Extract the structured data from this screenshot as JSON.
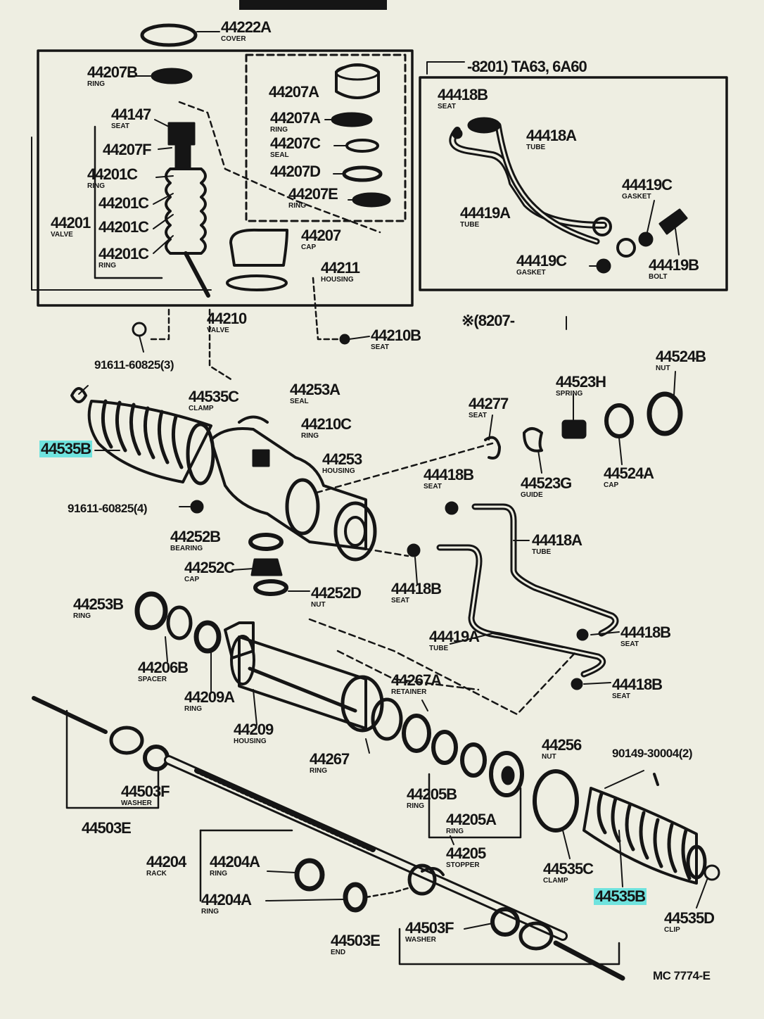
{
  "diagram": {
    "accent_highlight": "#6fe3de",
    "ink": "#151515",
    "paper": "#eeeee2",
    "labels": [
      {
        "id": "44222A",
        "text": "44222A",
        "sub": "COVER"
      },
      {
        "id": "44207B",
        "text": "44207B",
        "sub": "RING"
      },
      {
        "id": "44147",
        "text": "44147",
        "sub": "SEAT"
      },
      {
        "id": "44207F",
        "text": "44207F",
        "sub": ""
      },
      {
        "id": "44201C-a",
        "text": "44201C",
        "sub": "RING"
      },
      {
        "id": "44201C-b",
        "text": "44201C",
        "sub": ""
      },
      {
        "id": "44201",
        "text": "44201",
        "sub": "VALVE"
      },
      {
        "id": "44201C-c",
        "text": "44201C",
        "sub": ""
      },
      {
        "id": "44201C-d",
        "text": "44201C",
        "sub": "RING"
      },
      {
        "id": "44207A-a",
        "text": "44207A",
        "sub": ""
      },
      {
        "id": "44207A-b",
        "text": "44207A",
        "sub": "RING"
      },
      {
        "id": "44207C",
        "text": "44207C",
        "sub": "SEAL"
      },
      {
        "id": "44207D",
        "text": "44207D",
        "sub": ""
      },
      {
        "id": "44207E",
        "text": "44207E",
        "sub": "RING"
      },
      {
        "id": "44207",
        "text": "44207",
        "sub": "CAP"
      },
      {
        "id": "44211",
        "text": "44211",
        "sub": "HOUSING"
      },
      {
        "id": "44210",
        "text": "44210",
        "sub": "VALVE"
      },
      {
        "id": "44210B",
        "text": "44210B",
        "sub": "SEAT"
      },
      {
        "id": "91611-60825-3",
        "text": "91611-60825(3)",
        "sub": ""
      },
      {
        "id": "box-header",
        "text": "-8201) TA63, 6A60",
        "sub": ""
      },
      {
        "id": "44418B-a",
        "text": "44418B",
        "sub": "SEAT"
      },
      {
        "id": "44418A-a",
        "text": "44418A",
        "sub": "TUBE"
      },
      {
        "id": "44419C-a",
        "text": "44419C",
        "sub": "GASKET"
      },
      {
        "id": "44419A-a",
        "text": "44419A",
        "sub": "TUBE"
      },
      {
        "id": "44419C-b",
        "text": "44419C",
        "sub": "GASKET"
      },
      {
        "id": "44419B",
        "text": "44419B",
        "sub": "BOLT"
      },
      {
        "id": "note",
        "text": "※(8207-",
        "sub": ""
      },
      {
        "id": "44524B",
        "text": "44524B",
        "sub": "NUT"
      },
      {
        "id": "44523H",
        "text": "44523H",
        "sub": "SPRING"
      },
      {
        "id": "44535C-a",
        "text": "44535C",
        "sub": "CLAMP"
      },
      {
        "id": "44253A",
        "text": "44253A",
        "sub": "SEAL"
      },
      {
        "id": "44210C",
        "text": "44210C",
        "sub": "RING"
      },
      {
        "id": "44277",
        "text": "44277",
        "sub": "SEAT"
      },
      {
        "id": "44535B-a",
        "text": "44535B",
        "sub": "",
        "highlight": true
      },
      {
        "id": "44253",
        "text": "44253",
        "sub": "HOUSING"
      },
      {
        "id": "44523G",
        "text": "44523G",
        "sub": "GUIDE"
      },
      {
        "id": "44524A",
        "text": "44524A",
        "sub": "CAP"
      },
      {
        "id": "44418B-b",
        "text": "44418B",
        "sub": "SEAT"
      },
      {
        "id": "91611-60825-4",
        "text": "91611-60825(4)",
        "sub": ""
      },
      {
        "id": "44252B",
        "text": "44252B",
        "sub": "BEARING"
      },
      {
        "id": "44418A-b",
        "text": "44418A",
        "sub": "TUBE"
      },
      {
        "id": "44252C",
        "text": "44252C",
        "sub": "CAP"
      },
      {
        "id": "44252D",
        "text": "44252D",
        "sub": "NUT"
      },
      {
        "id": "44418B-c",
        "text": "44418B",
        "sub": "SEAT"
      },
      {
        "id": "44253B",
        "text": "44253B",
        "sub": "RING"
      },
      {
        "id": "44419A-b",
        "text": "44419A",
        "sub": "TUBE"
      },
      {
        "id": "44418B-d",
        "text": "44418B",
        "sub": "SEAT"
      },
      {
        "id": "44206B",
        "text": "44206B",
        "sub": "SPACER"
      },
      {
        "id": "44209A",
        "text": "44209A",
        "sub": "RING"
      },
      {
        "id": "44267A",
        "text": "44267A",
        "sub": "RETAINER"
      },
      {
        "id": "44418B-e",
        "text": "44418B",
        "sub": "SEAT"
      },
      {
        "id": "44209",
        "text": "44209",
        "sub": "HOUSING"
      },
      {
        "id": "44267",
        "text": "44267",
        "sub": "RING"
      },
      {
        "id": "44256",
        "text": "44256",
        "sub": "NUT"
      },
      {
        "id": "90149-30004",
        "text": "90149-30004(2)",
        "sub": ""
      },
      {
        "id": "44503F-a",
        "text": "44503F",
        "sub": "WASHER"
      },
      {
        "id": "44205B",
        "text": "44205B",
        "sub": "RING"
      },
      {
        "id": "44205A",
        "text": "44205A",
        "sub": "RING"
      },
      {
        "id": "44503E-a",
        "text": "44503E",
        "sub": ""
      },
      {
        "id": "44205",
        "text": "44205",
        "sub": "STOPPER"
      },
      {
        "id": "44204",
        "text": "44204",
        "sub": "RACK"
      },
      {
        "id": "44204A-a",
        "text": "44204A",
        "sub": "RING"
      },
      {
        "id": "44535C-b",
        "text": "44535C",
        "sub": "CLAMP"
      },
      {
        "id": "44535B-b",
        "text": "44535B",
        "sub": "",
        "highlight": true
      },
      {
        "id": "44204A-b",
        "text": "44204A",
        "sub": "RING"
      },
      {
        "id": "44535D",
        "text": "44535D",
        "sub": "CLIP"
      },
      {
        "id": "44503F-b",
        "text": "44503F",
        "sub": "WASHER"
      },
      {
        "id": "44503E-b",
        "text": "44503E",
        "sub": "END"
      },
      {
        "id": "code",
        "text": "MC 7774-E",
        "sub": ""
      }
    ]
  }
}
